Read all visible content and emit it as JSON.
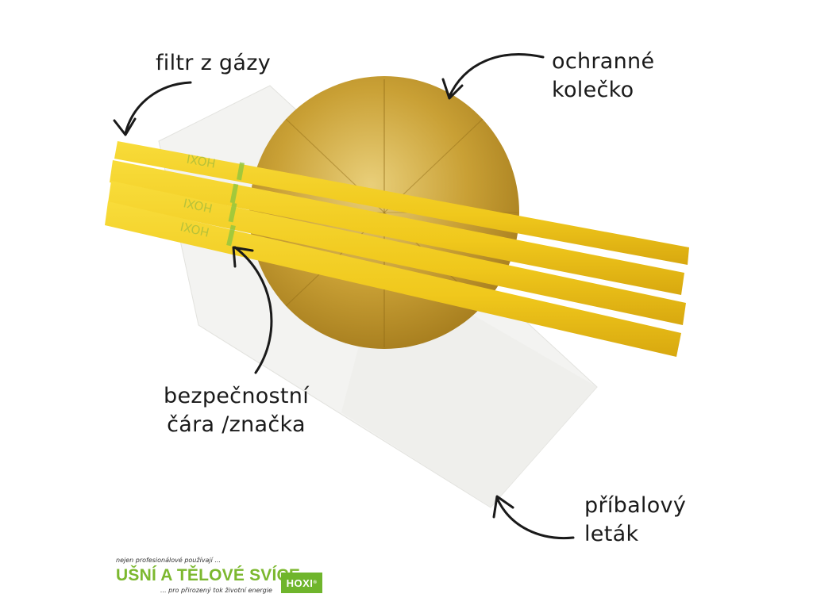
{
  "labels": {
    "filter": "filtr z gázy",
    "protective_ring_line1": "ochranné",
    "protective_ring_line2": "kolečko",
    "safety_line_line1": "bezpečnostní",
    "safety_line_line2": "čára /značka",
    "leaflet_line1": "příbalový",
    "leaflet_line2": "leták"
  },
  "candle_mark": "HOXI",
  "brand": {
    "tagline_top": "nejen profesionálové používají ...",
    "title": "UŠNÍ A TĚLOVÉ SVÍCE",
    "tagline_bottom": "... pro přirozený tok životní energie",
    "logo": "HOXI",
    "logo_reg": "®"
  },
  "colors": {
    "candle": "#f2cf1e",
    "candle_shadow": "#d6a80d",
    "disc": "#cfa83c",
    "brand_green": "#7cb82f"
  }
}
